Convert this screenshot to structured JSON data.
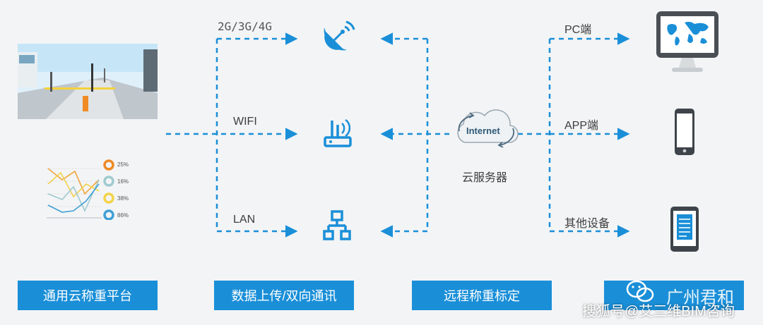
{
  "labels": {
    "cellular": "2G/3G/4G",
    "wifi": "WIFI",
    "lan": "LAN",
    "internet": "Internet",
    "cloud_server": "云服务器",
    "pc": "PC端",
    "app": "APP端",
    "other_devices": "其他设备"
  },
  "bottom_bars": [
    {
      "text": "通用云称重平台"
    },
    {
      "text": "数据上传/双向通讯"
    },
    {
      "text": "远程称重标定"
    },
    {
      "text": "广州君和"
    }
  ],
  "chart_percentages": [
    "25%",
    "16%",
    "38%",
    "86%"
  ],
  "watermark": "搜狐号@艾三维BIM咨询",
  "colors": {
    "accent": "#1a8fd8",
    "background": "#f3f4f6"
  }
}
